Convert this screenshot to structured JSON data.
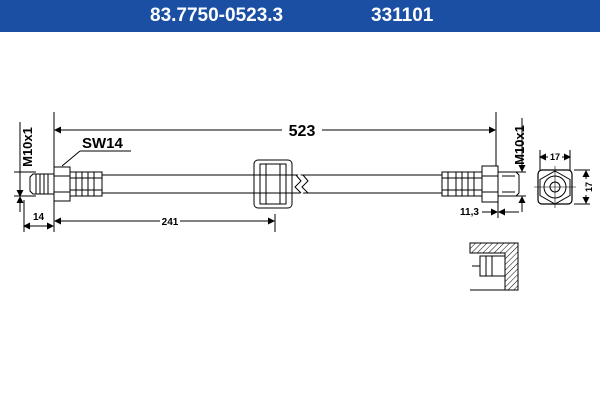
{
  "header": {
    "part_number": "83.7750-0523.3",
    "reference_number": "331101",
    "background_color": "#1a4fa3",
    "text_color": "#ffffff"
  },
  "drawing": {
    "overall_length": "523",
    "wrench_size": "SW14",
    "thread_left": "M10x1",
    "thread_right": "M10x1",
    "fitting_length": "14",
    "center_offset": "241",
    "right_fitting_length": "11,3",
    "hex_width": "17",
    "hex_height": "17"
  }
}
